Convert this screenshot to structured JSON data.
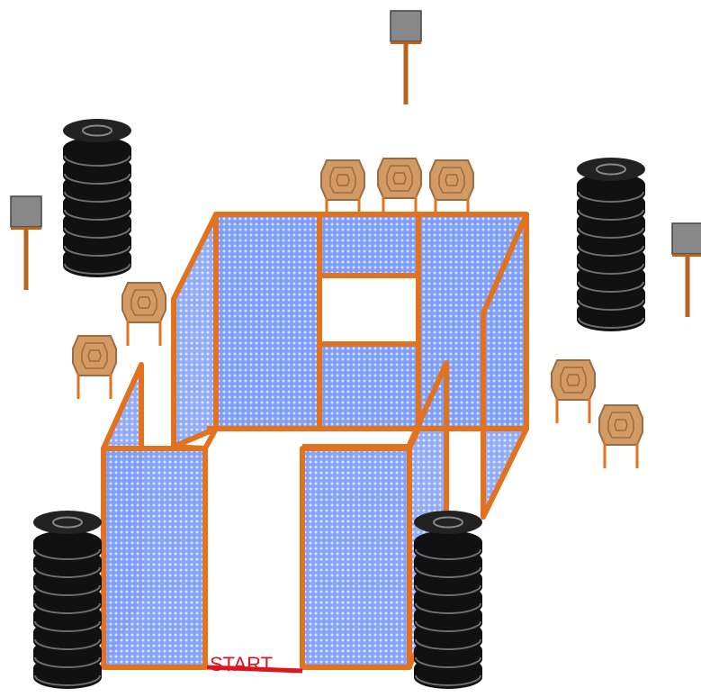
{
  "start_label": "START",
  "colors": {
    "frame": "#e3721e",
    "mesh": "#7f9ef8",
    "mesh_dot": "#d8e4ff",
    "start_line": "#e0141e",
    "tire": "#111111",
    "tire_highlight": "#777777",
    "target": "#d39a63",
    "target_outline": "#9a6d43",
    "target_stand": "#e3721e",
    "popper_plate": "#888888",
    "popper_post": "#b5651d"
  },
  "objects": {
    "tire_stacks": 4,
    "paper_targets": 7,
    "steel_poppers": 3
  }
}
